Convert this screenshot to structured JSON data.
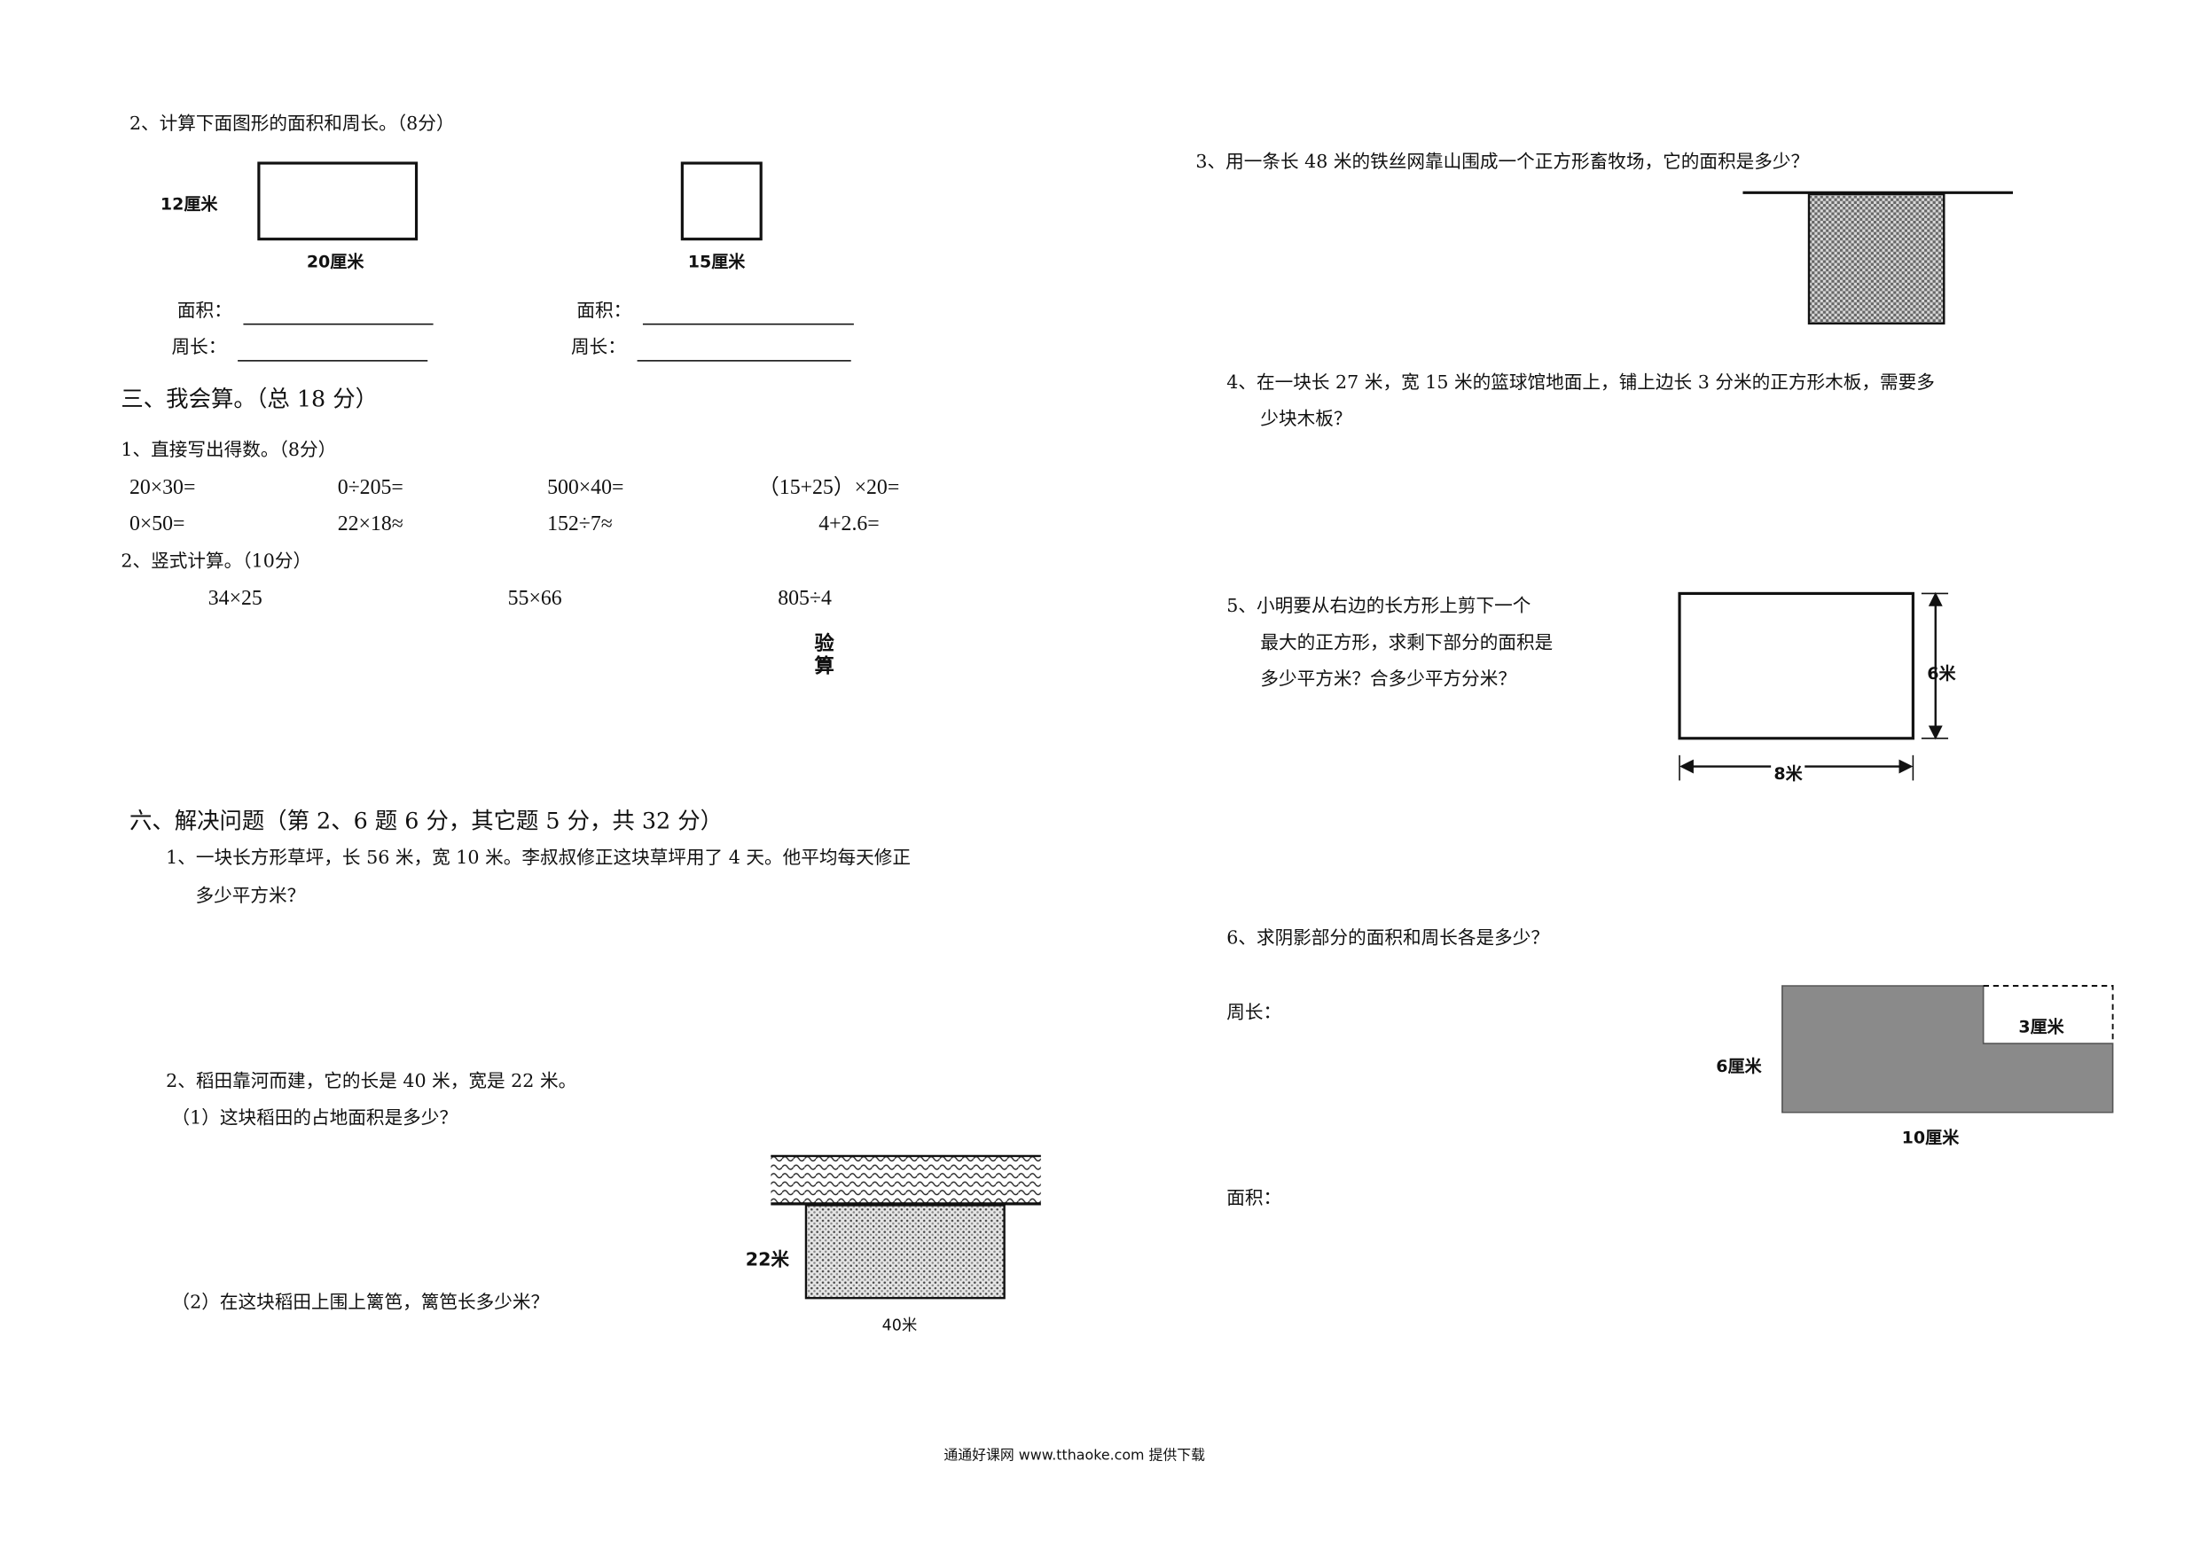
{
  "left": {
    "q2": {
      "title": "2、计算下面图形的面积和周长。（8分）",
      "rect": {
        "height_label": "12厘米",
        "width_label": "20厘米"
      },
      "square": {
        "side_label": "15厘米"
      },
      "area_label": "面积：",
      "perimeter_label": "周长："
    },
    "section3": {
      "title": "三、我会算。（总 18 分）",
      "sub1": "1、直接写出得数。（8分）",
      "row1": [
        "20×30=",
        "0÷205=",
        "500×40=",
        "（15+25）×20="
      ],
      "row2": [
        "0×50=",
        "22×18≈",
        "152÷7≈",
        "4+2.6="
      ],
      "sub2": "2、竖式计算。（10分）",
      "vertical": [
        "34×25",
        "55×66",
        "805÷4"
      ],
      "check_label": "验算"
    },
    "section6": {
      "title": "六、解决问题（第 2、6 题 6 分，其它题 5 分，共 32 分）",
      "q1_line1": "1、一块长方形草坪，长 56 米，宽 10 米。李叔叔修正这块草坪用了 4 天。他平均每天修正",
      "q1_line2": "多少平方米？",
      "q2_line1": "2、稻田靠河而建，它的长是 40 米，宽是 22 米。",
      "q2_sub1": "（1）这块稻田的占地面积是多少？",
      "q2_sub2": "（2）在这块稻田上围上篱笆，篱笆长多少米？",
      "field_width_label": "22米",
      "field_length_label": "40米"
    }
  },
  "right": {
    "q3": "3、用一条长 48 米的铁丝网靠山围成一个正方形畜牧场，它的面积是多少？",
    "q4_line1": "4、在一块长 27 米，宽 15 米的篮球馆地面上，铺上边长 3 分米的正方形木板，需要多",
    "q4_line2": "少块木板？",
    "q5_line1": "5、小明要从右边的长方形上剪下一个",
    "q5_line2": "最大的正方形，求剩下部分的面积是",
    "q5_line3": "多少平方米？合多少平方分米？",
    "q5_height": "6米",
    "q5_width": "8米",
    "q6": "6、求阴影部分的面积和周长各是多少？",
    "q6_perimeter": "周长：",
    "q6_area": "面积：",
    "q6_h": "6厘米",
    "q6_cut": "3厘米",
    "q6_w": "10厘米"
  },
  "footer": "通通好课网  www.tthaoke.com  提供下载"
}
